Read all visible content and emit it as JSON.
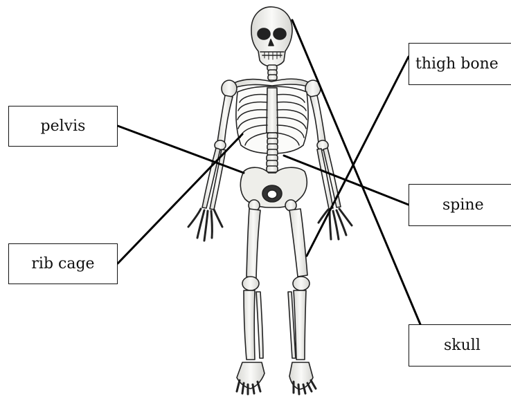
{
  "diagram": {
    "labels": {
      "pelvis": "pelvis",
      "rib_cage": "rib cage",
      "thigh_bone": "thigh bone",
      "spine": "spine",
      "skull": "skull"
    }
  },
  "colors": {
    "line": "#111111",
    "bone_fill": "#f4f4f2",
    "bone_shade": "#c8c8c4",
    "background": "#ffffff"
  }
}
